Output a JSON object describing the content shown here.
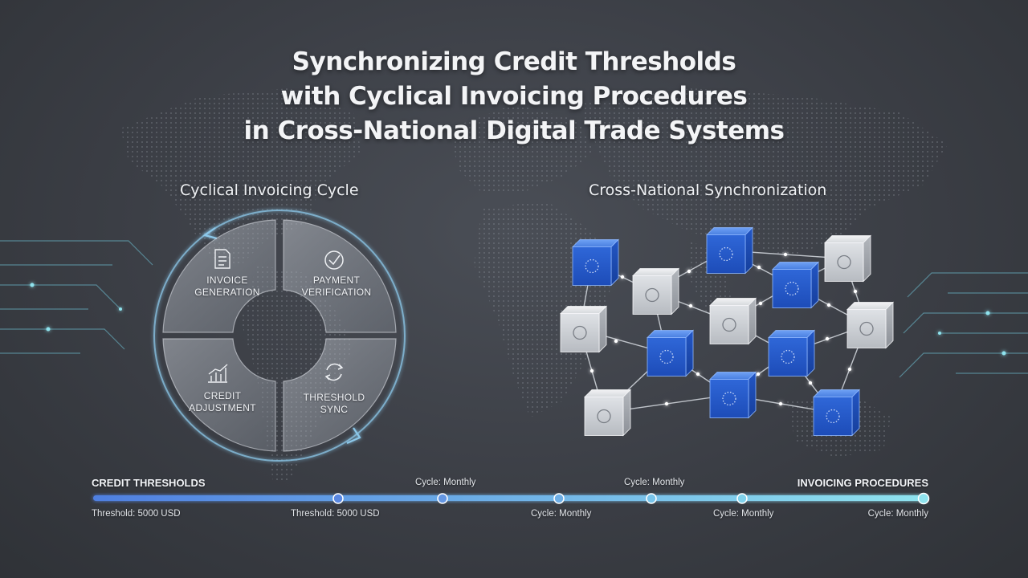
{
  "title": {
    "line1": "Synchronizing Credit Thresholds",
    "line2": "with Cyclical Invoicing Procedures",
    "line3": "in Cross-National Digital Trade Systems"
  },
  "cycle": {
    "heading": "Cyclical Invoicing Cycle",
    "segments": [
      {
        "label": "INVOICE GENERATION",
        "icon": "invoice-document-icon"
      },
      {
        "label": "PAYMENT VERIFICATION",
        "icon": "checkmark-circle-icon"
      },
      {
        "label": "CREDIT ADJUSTMENT",
        "icon": "trend-chart-icon"
      },
      {
        "label": "THRESHOLD SYNC",
        "icon": "sync-arrows-icon"
      }
    ]
  },
  "network": {
    "heading": "Cross-National Synchronization"
  },
  "timeline": {
    "left_heading": "CREDIT THRESHOLDS",
    "right_heading": "INVOICING PROCEDURES",
    "top_labels": [
      "Cycle: Monthly",
      "Cycle: Monthly"
    ],
    "bottom_labels": [
      "Threshold: 5000 USD",
      "Threshold: 5000 USD",
      "Cycle: Monthly",
      "Cycle: Monthly",
      "Cycle: Monthly"
    ],
    "colors": {
      "start": "#4f7fe0",
      "end": "#8fe3ee"
    }
  }
}
